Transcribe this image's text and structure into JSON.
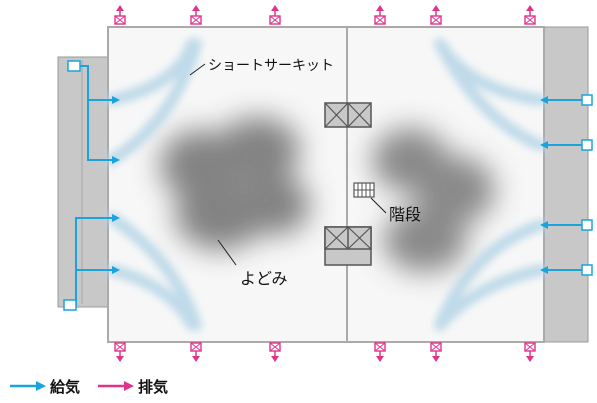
{
  "labels": {
    "short_circuit": "ショートサーキット",
    "stairs": "階段",
    "stagnation": "よどみ"
  },
  "legend": {
    "supply": "給気",
    "exhaust": "排気"
  },
  "colors": {
    "supply": "#1aa3dd",
    "exhaust": "#e0348a",
    "wall": "#b8b8b8",
    "panel": "#c8c8c8",
    "smoke": "#6e6e6e",
    "arc": "#b9d7e8"
  },
  "icons": {
    "exhaust_vent": "exhaust-vent-icon",
    "supply_outlet": "supply-outlet-icon",
    "elevator": "elevator-icon",
    "stairs": "stairs-icon"
  }
}
